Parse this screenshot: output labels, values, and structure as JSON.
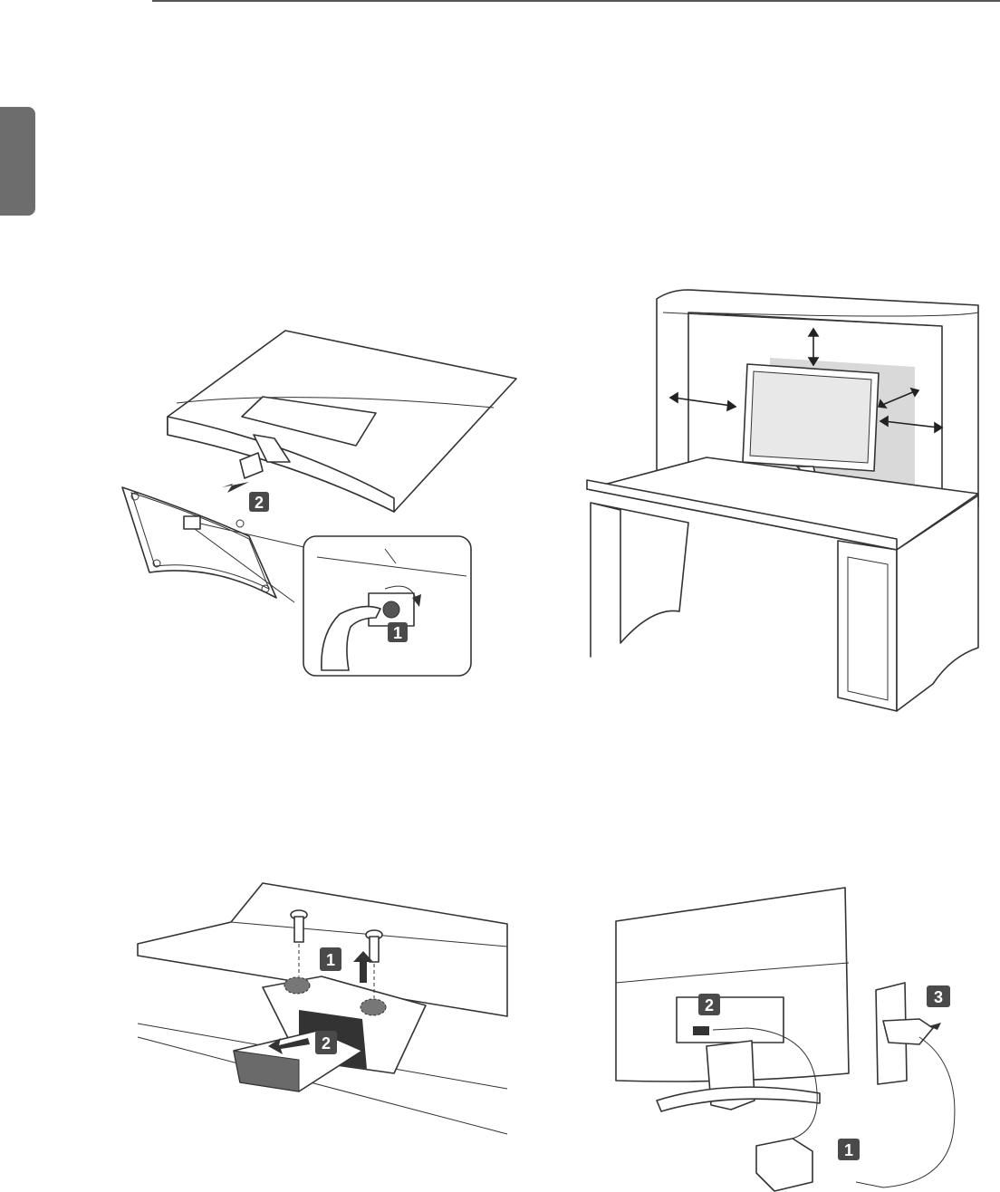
{
  "badges": {
    "fig1_step1": "1",
    "fig1_step2": "2",
    "fig3_step1": "1",
    "fig3_step2": "2",
    "fig4_step1": "1",
    "fig4_step2": "2",
    "fig4_step3": "3"
  },
  "colors": {
    "rule": "#555555",
    "tab": "#6d6d6d",
    "badge": "#4a4a4a",
    "shade": "#cfcfcf"
  }
}
